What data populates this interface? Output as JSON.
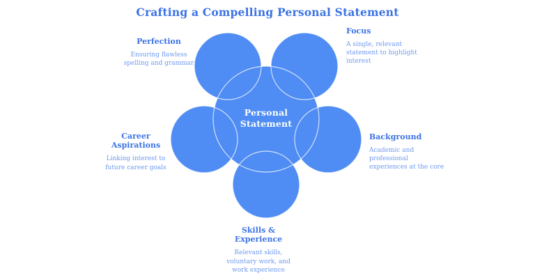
{
  "title": "Crafting a Compelling Personal Statement",
  "center": {
    "label": "Personal\nStatement"
  },
  "nodes": [
    {
      "id": "perfection",
      "label": "Perfection",
      "description": "Ensuring flawless\nspelling and grammar"
    },
    {
      "id": "focus",
      "label": "Focus",
      "description": "A single, relevant\nstatement to highlight\ninterest"
    },
    {
      "id": "career-aspirations",
      "label": "Career\nAspirations",
      "description": "Linking interest to\nfuture career goals"
    },
    {
      "id": "background",
      "label": "Background",
      "description": "Academic and\nprofessional\nexperiences at the core"
    },
    {
      "id": "skills-experience",
      "label": "Skills &\nExperience",
      "description": "Relevant skills,\nvoluntary work, and\nwork experience"
    }
  ],
  "colors": {
    "circle_fill": "#4f8cf3",
    "circle_outline": "rgba(255,255,255,0.75)",
    "title_text": "#3b72e4",
    "heading_text": "#3b72e4",
    "description_text": "#6d99f0",
    "center_text": "#ffffff",
    "background": "#ffffff"
  }
}
